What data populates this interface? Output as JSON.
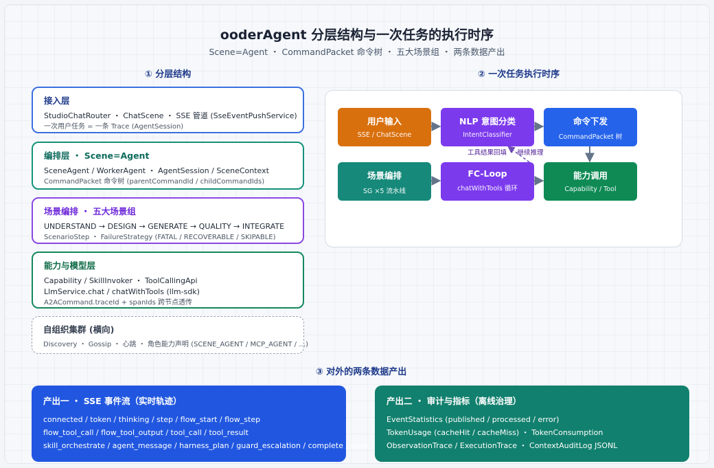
{
  "header": {
    "title": "ooderAgent 分层结构与一次任务的执行时序",
    "subtitle": "Scene=Agent ・ CommandPacket 命令树 ・ 五大场景组 ・ 两条数据产出"
  },
  "sections": {
    "layers_title": "① 分层结构",
    "flow_title": "② 一次任务执行时序",
    "outputs_title": "③ 对外的两条数据产出"
  },
  "layers": [
    {
      "title": "接入层",
      "line1": "StudioChatRouter ・ ChatScene ・ SSE 管道 (SseEventPushService)",
      "line2": "一次用户任务 = 一条 Trace (AgentSession)"
    },
    {
      "title": "编排层 ・ Scene=Agent",
      "line1": "SceneAgent / WorkerAgent ・ AgentSession / SceneContext",
      "line2": "CommandPacket 命令树 (parentCommandId / childCommandIds)"
    },
    {
      "title": "场景编排 ・ 五大场景组",
      "line1": "UNDERSTAND → DESIGN → GENERATE → QUALITY → INTEGRATE",
      "line2": "ScenarioStep ・ FailureStrategy (FATAL / RECOVERABLE / SKIPABLE)"
    },
    {
      "title": "能力与模型层",
      "line1": "Capability / SkillInvoker ・ ToolCallingApi",
      "line1b": "LlmService.chat / chatWithTools (llm-sdk)",
      "line2": "A2ACommand.traceId + spanIds 跨节点透传"
    },
    {
      "title": "自组织集群 (横向)",
      "line1": "Discovery ・ Gossip ・ 心跳 ・ 角色能力声明 (SCENE_AGENT / MCP_AGENT / …)"
    }
  ],
  "flow": {
    "nodes": [
      {
        "title": "用户输入",
        "sub": "SSE / ChatScene"
      },
      {
        "title": "NLP 意图分类",
        "sub": "IntentClassifier"
      },
      {
        "title": "命令下发",
        "sub": "CommandPacket 树"
      },
      {
        "title": "场景编排",
        "sub": "SG ×5 流水线"
      },
      {
        "title": "FC-Loop",
        "sub": "chatWithTools 循环"
      },
      {
        "title": "能力调用",
        "sub": "Capability / Tool"
      }
    ],
    "feedback_note": "工具结果回填 ・ 继续推理"
  },
  "outputs": [
    {
      "title": "产出一 ・ SSE 事件流（实时轨迹）",
      "lines": [
        "connected / token / thinking / step / flow_start / flow_step",
        "flow_tool_call / flow_tool_output / tool_call / tool_result",
        "skill_orchestrate / agent_message / harness_plan / guard_escalation / complete / error"
      ]
    },
    {
      "title": "产出二 ・ 审计与指标（离线治理）",
      "lines": [
        "EventStatistics (published / processed / error)",
        "TokenUsage (cacheHit / cacheMiss) ・ TokenConsumption",
        "ObservationTrace / ExecutionTrace ・ ContextAuditLog JSONL"
      ]
    }
  ],
  "colors": {
    "layer_blue": "#3b6fe0",
    "layer_teal": "#14917b",
    "layer_purple": "#8b47e0",
    "layer_green": "#12885c",
    "node_orange": "#d9700e",
    "node_purple": "#7c3aed",
    "node_blue": "#2563eb",
    "node_teal": "#16897a",
    "node_green": "#0f8a55",
    "output_blue": "#2157e0",
    "output_teal": "#12806e"
  }
}
